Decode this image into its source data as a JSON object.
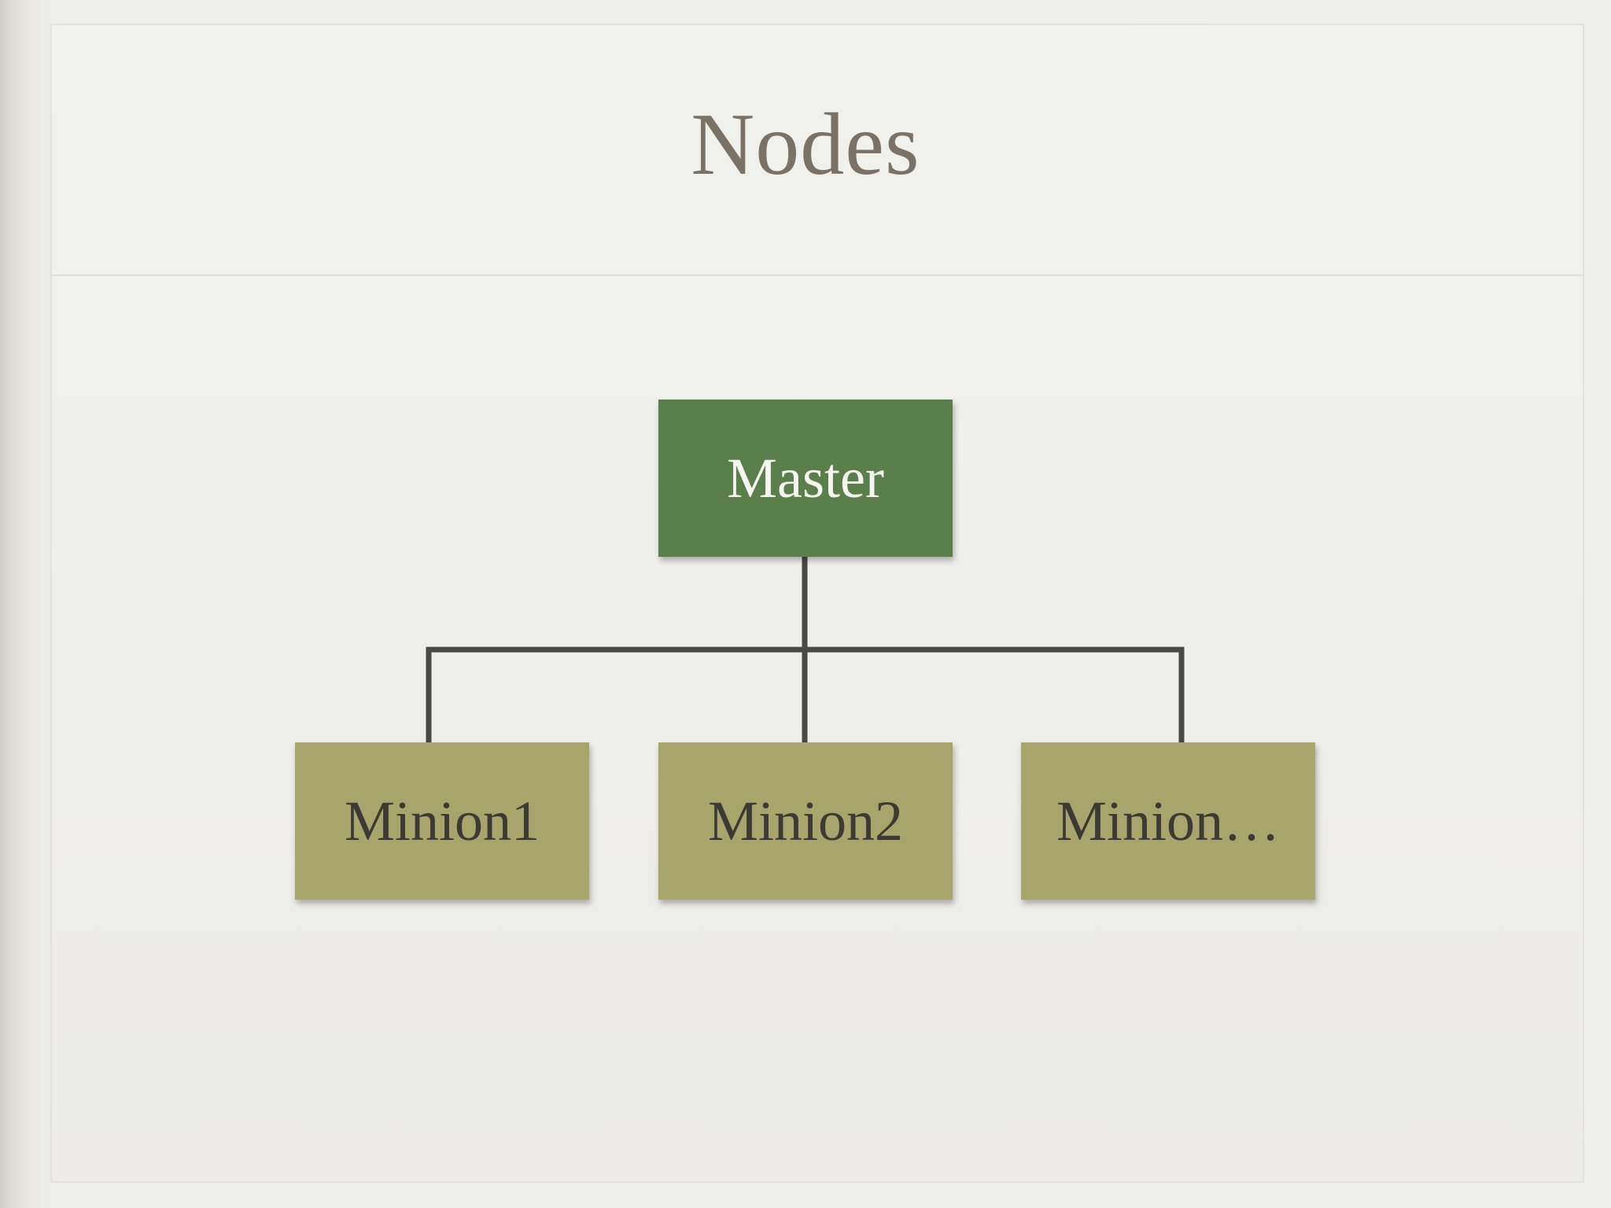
{
  "slide": {
    "title": "Nodes"
  },
  "diagram": {
    "root": {
      "label": "Master"
    },
    "children": [
      {
        "label": "Minion1"
      },
      {
        "label": "Minion2"
      },
      {
        "label": "Minion…"
      }
    ],
    "colors": {
      "root_fill": "#5a7f4a",
      "child_fill": "#a8a56c",
      "connector": "#4a4945",
      "title_text": "#7a7266"
    }
  }
}
